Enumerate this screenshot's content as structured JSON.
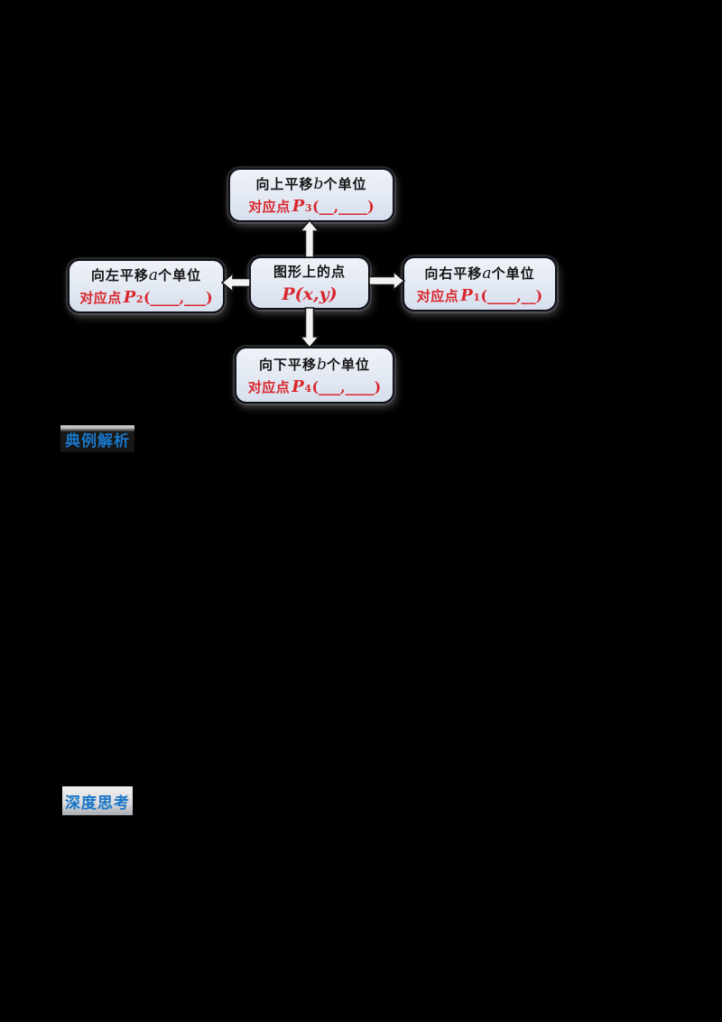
{
  "colors": {
    "background": "#000000",
    "box_fill": "#e3e9f3",
    "box_border": "#10101c",
    "red_text": "#d9262c",
    "black_text": "#141414",
    "blue_heading": "#1876c8",
    "arrow_fill": "#f2f2f2"
  },
  "icons": {
    "arrow_up": "block-arrow-up",
    "arrow_down": "block-arrow-down",
    "arrow_left": "block-arrow-left",
    "arrow_right": "block-arrow-right"
  },
  "diagram": {
    "center": {
      "line1": "图形上的点",
      "red_p": "P",
      "red_rest": "(x,y)"
    },
    "top": {
      "line1_pre": "向上平移",
      "line1_var": "b",
      "line1_post": "个单位",
      "red_label": "对应点",
      "red_p": "P",
      "red_sub": "3",
      "red_blanks": "(__,____)"
    },
    "left": {
      "line1_pre": "向左平移",
      "line1_var": "a",
      "line1_post": "个单位",
      "red_label": "对应点",
      "red_p": "P",
      "red_sub": "2",
      "red_blanks": "(____,___)"
    },
    "right": {
      "line1_pre": "向右平移",
      "line1_var": "a",
      "line1_post": "个单位",
      "red_label": "对应点 ",
      "red_p": "P",
      "red_sub": "1",
      "red_blanks": "(____,__)"
    },
    "bottom": {
      "line1_pre": "向下平移",
      "line1_var": "b",
      "line1_post": "个单位",
      "red_label": "对应点",
      "red_p": "P",
      "red_sub": "4",
      "red_blanks": "(___,____)"
    }
  },
  "sections": [
    {
      "label": "典例解析"
    },
    {
      "label": "深度思考"
    }
  ]
}
